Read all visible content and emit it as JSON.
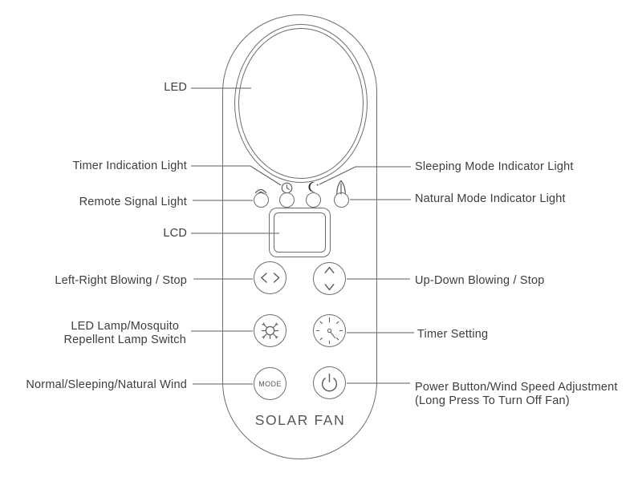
{
  "diagram": {
    "product_name": "SOLAR FAN",
    "mode_button_label": "MODE",
    "colors": {
      "background": "#ffffff",
      "outline": "#6e6e6e",
      "leader_line": "#5c5c5c",
      "label_text": "#3d3d3d"
    },
    "callouts": {
      "led": "LED",
      "timer_indication_light": "Timer Indication Light",
      "remote_signal_light": "Remote Signal Light",
      "lcd": "LCD",
      "left_right_blowing": "Left-Right Blowing / Stop",
      "led_lamp_switch_line1": "LED Lamp/Mosquito",
      "led_lamp_switch_line2": "Repellent Lamp Switch",
      "normal_sleeping_natural": "Normal/Sleeping/Natural Wind",
      "sleeping_mode_indicator": "Sleeping Mode Indicator Light",
      "natural_mode_indicator": "Natural Mode Indicator Light",
      "up_down_blowing": "Up-Down Blowing / Stop",
      "timer_setting": "Timer Setting",
      "power_button_line1": "Power Button/Wind Speed Adjustment",
      "power_button_line2": "(Long Press To Turn Off Fan)"
    },
    "icons": {
      "indicators": [
        "remote-signal-icon",
        "timer-clock-icon",
        "sleeping-moon-icon",
        "natural-wind-leaf-icon"
      ],
      "buttons": [
        "left-right-arrows-icon",
        "up-down-arrows-icon",
        "lamp-sun-icon",
        "timer-clock-face-icon",
        "mode-text",
        "power-icon"
      ]
    }
  }
}
